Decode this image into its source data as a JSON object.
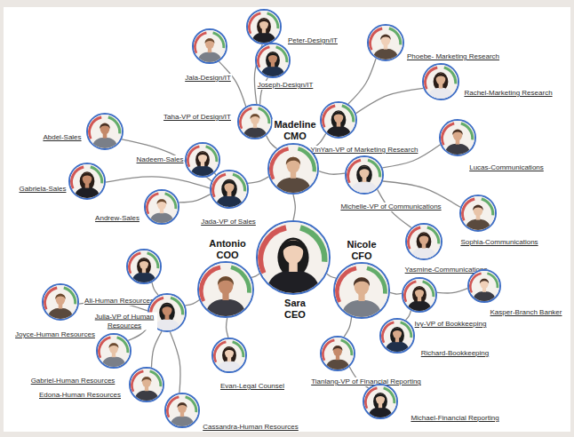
{
  "diagram": {
    "nodes": [
      {
        "text": [
          "Peter-Design/IT"
        ]
      },
      {
        "text": [
          "Jala-Design/IT"
        ]
      },
      {
        "text": [
          "Joseph-Design/IT"
        ]
      },
      {
        "text": [
          "Phoebe- Marketing Research"
        ]
      },
      {
        "text": [
          "Rachel-Marketing Research"
        ]
      },
      {
        "text": [
          "Taha-VP of Design/IT"
        ]
      },
      {
        "text": [
          "YinYan-VP of Marketing Research"
        ]
      },
      {
        "text": [
          "Abdel-Sales"
        ]
      },
      {
        "text": [
          "Nadeem-Sales"
        ]
      },
      {
        "text": [
          "Madeline",
          "CMO"
        ]
      },
      {
        "text": [
          "Michelle-VP of Communications"
        ]
      },
      {
        "text": [
          "Lucas-Communications"
        ]
      },
      {
        "text": [
          "Gabriela-Sales"
        ]
      },
      {
        "text": [
          "Andrew-Sales"
        ]
      },
      {
        "text": [
          "Jada-VP of Sales"
        ]
      },
      {
        "text": [
          "Sophia-Communications"
        ]
      },
      {
        "text": [
          "Yasmine-Communications"
        ]
      },
      {
        "text": [
          "Antonio",
          "COO"
        ]
      },
      {
        "text": [
          "Sara",
          "CEO"
        ]
      },
      {
        "text": [
          "Nicole",
          "CFO"
        ]
      },
      {
        "text": [
          "Ali-Human Resources"
        ]
      },
      {
        "text": [
          "Joyce-Human Resources"
        ]
      },
      {
        "text": [
          "Julia-VP of Human Resources"
        ]
      },
      {
        "text": [
          "Kasper-Branch Banker"
        ]
      },
      {
        "text": [
          "Ivy-VP of Bookkeeping"
        ]
      },
      {
        "text": [
          "Gabriel-Human Resources"
        ]
      },
      {
        "text": [
          "Richard-Bookkeeping"
        ]
      },
      {
        "text": [
          "Tianlang-VP of Financial Reporting"
        ]
      },
      {
        "text": [
          "Evan-Legal Counsel"
        ]
      },
      {
        "text": [
          "Edona-Human Resources"
        ]
      },
      {
        "text": [
          "Michael-Financial Reporting"
        ]
      },
      {
        "text": [
          "Cassandra-Human Resources"
        ]
      }
    ],
    "edges": [
      {
        "from": 18,
        "to": 9,
        "arrow": "none"
      },
      {
        "from": 18,
        "to": 17,
        "arrow": "none"
      },
      {
        "from": 18,
        "to": 19,
        "arrow": "none"
      },
      {
        "from": 9,
        "to": 5,
        "arrow": "none"
      },
      {
        "from": 9,
        "to": 6,
        "arrow": "none"
      },
      {
        "from": 9,
        "to": 14,
        "arrow": "none"
      },
      {
        "from": 9,
        "to": 10,
        "arrow": "none"
      },
      {
        "from": 5,
        "to": 0,
        "arrow": "none"
      },
      {
        "from": 5,
        "to": 1,
        "arrow": "none"
      },
      {
        "from": 5,
        "to": 2,
        "arrow": "none"
      },
      {
        "from": 6,
        "to": 3,
        "arrow": "none"
      },
      {
        "from": 6,
        "to": 4,
        "arrow": "none"
      },
      {
        "from": 14,
        "to": 7,
        "arrow": "none"
      },
      {
        "from": 14,
        "to": 8,
        "arrow": "none"
      },
      {
        "from": 14,
        "to": 12,
        "arrow": "none"
      },
      {
        "from": 14,
        "to": 13,
        "arrow": "none"
      },
      {
        "from": 10,
        "to": 11,
        "arrow": "none"
      },
      {
        "from": 10,
        "to": 15,
        "arrow": "none"
      },
      {
        "from": 10,
        "to": 16,
        "arrow": "none"
      },
      {
        "from": 17,
        "to": 22,
        "arrow": "none"
      },
      {
        "from": 17,
        "to": 28,
        "arrow": "none"
      },
      {
        "from": 22,
        "to": 20,
        "arrow": "none"
      },
      {
        "from": 22,
        "to": 21,
        "arrow": "none"
      },
      {
        "from": 22,
        "to": 25,
        "arrow": "none"
      },
      {
        "from": 22,
        "to": 29,
        "arrow": "none"
      },
      {
        "from": 22,
        "to": 31,
        "arrow": "none"
      },
      {
        "from": 19,
        "to": 24,
        "arrow": "none"
      },
      {
        "from": 19,
        "to": 27,
        "arrow": "none"
      },
      {
        "from": 24,
        "to": 23,
        "arrow": "none"
      },
      {
        "from": 24,
        "to": 26,
        "arrow": "none"
      },
      {
        "from": 27,
        "to": 30,
        "arrow": "none"
      }
    ]
  }
}
